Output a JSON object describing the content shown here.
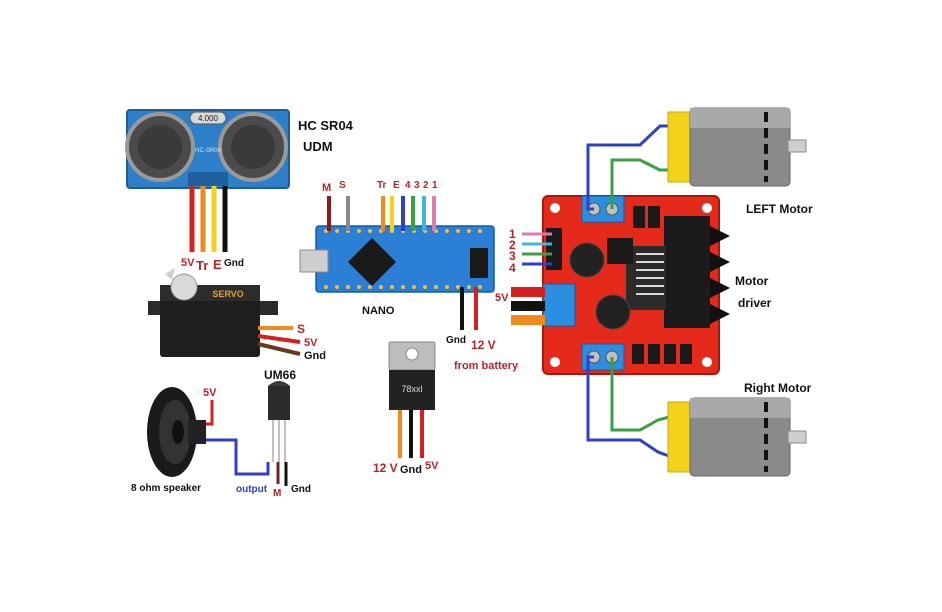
{
  "labels": {
    "hc_sr04": "HC SR04",
    "udm": "UDM",
    "hc_display": "4.000",
    "hc_board_text": "HC-SR04",
    "us_5v": "5V",
    "us_tr": "Tr",
    "us_e": "E",
    "us_gnd": "Gnd",
    "servo_text": "SERVO",
    "servo_s": "S",
    "servo_5v": "5V",
    "servo_gnd": "Gnd",
    "speaker_5v": "5V",
    "speaker": "8 ohm speaker",
    "um66": "UM66",
    "output": "output",
    "um66_m": "M",
    "um66_gnd": "Gnd",
    "nano_m": "M",
    "nano_s": "S",
    "nano_tr": "Tr",
    "nano_e": "E",
    "nano_4": "4",
    "nano_3": "3",
    "nano_2": "2",
    "nano_1": "1",
    "nano": "NANO",
    "nano_gnd": "Gnd",
    "nano_12v": "12 V",
    "from_battery": "from battery",
    "reg_text": "78xxl",
    "reg_12v": "12 V",
    "reg_gnd": "Gnd",
    "reg_5v": "5V",
    "md_1": "1",
    "md_2": "2",
    "md_3": "3",
    "md_4": "4",
    "md_5v": "5V",
    "left_motor": "LEFT Motor",
    "motor": "Motor",
    "driver": "driver",
    "right_motor": "Right Motor"
  },
  "colors": {
    "accent_red": "#b8222a",
    "wire_red": "#d62020",
    "wire_orange": "#f08a1c",
    "wire_yellow": "#f2d21a",
    "wire_black": "#111111",
    "wire_blue": "#2e3fc8",
    "wire_green": "#3aa043",
    "wire_pink": "#e07ab0",
    "wire_cyan": "#3fb6d8",
    "board_blue": "#2b7fd4",
    "driver_red": "#e52a1c"
  }
}
